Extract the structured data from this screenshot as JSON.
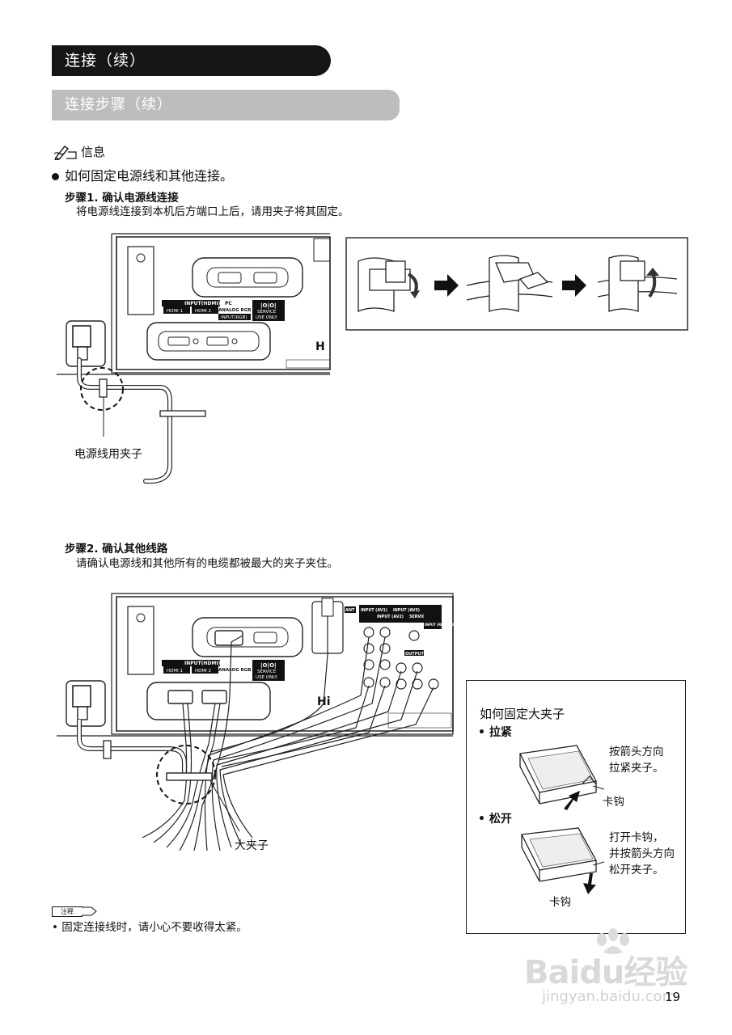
{
  "header": {
    "section_title": "连接（续）",
    "subsection_title": "连接步骤（续）"
  },
  "info": {
    "label": "信息"
  },
  "bullet": {
    "text": "如何固定电源线和其他连接。"
  },
  "step1": {
    "title": "步骤1. 确认电源线连接",
    "description": "将电源线连接到本机后方端口上后，请用夹子将其固定。",
    "clamp_label": "电源线用夹子",
    "panel": {
      "input_hdmi": "INPUT(HDMI)",
      "hdmi1": "HDMI 1",
      "hdmi2": "HDMI 2",
      "pc": "PC",
      "analog_rgb": "ANALOG RGB",
      "input_rgb": "INPUT(RGB)",
      "service_line1": "SERVICE",
      "service_line2": "USE ONLY"
    }
  },
  "step2": {
    "title": "步骤2. 确认其他线路",
    "description": "请确认电源线和其他所有的电缆都被最大的夹子夹住。",
    "clamp_label": "大夹子",
    "panel": {
      "input_hdmi": "INPUT(HDMI)",
      "hdmi1": "HDMI 1",
      "hdmi2": "HDMI 2",
      "analog_rgb": "ANALOG RGB",
      "service_line1": "SERVICE",
      "service_line2": "USE ONLY",
      "ant": "ANT",
      "av1": "INPUT (AV1)",
      "av2": "INPUT (AV2)",
      "av3": "INPUT (AV3)",
      "service": "SERVICE",
      "rgb_hdmi": "INPUT (RGB/ HDMI)",
      "output": "OUTPUT"
    }
  },
  "large_clamp_box": {
    "title": "如何固定大夹子",
    "tighten_label": "• 拉紧",
    "tighten_desc_line1": "按箭头方向",
    "tighten_desc_line2": "拉紧夹子。",
    "hook1": "卡钩",
    "loosen_label": "• 松开",
    "loosen_desc_line1": "打开卡钩，",
    "loosen_desc_line2": "并按箭头方向",
    "loosen_desc_line3": "松开夹子。",
    "hook2": "卡钩"
  },
  "note": {
    "tag": "注释",
    "text": "• 固定连接线时，请小心不要收得太紧。"
  },
  "footer": {
    "page_number": "19",
    "watermark_logo": "Baidu经验",
    "watermark_url": "jingyan.baidu.com"
  }
}
